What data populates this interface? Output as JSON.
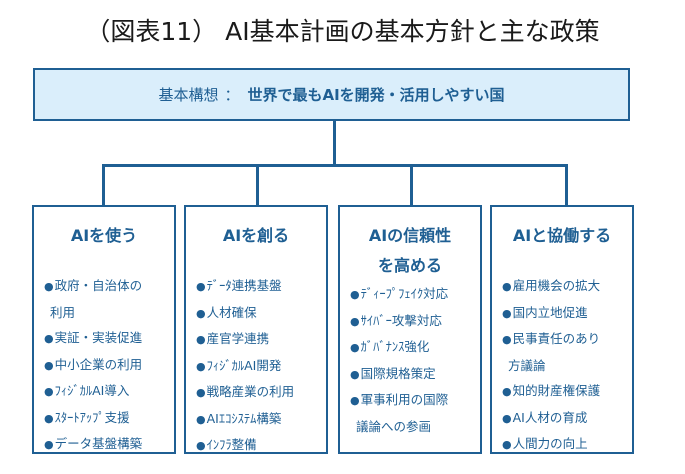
{
  "title": "（図表11） AI基本計画の基本方針と主な政策",
  "vision": {
    "label": "基本構想",
    "separator": "：",
    "text": "世界で最もAIを開発・活用しやすい国"
  },
  "colors": {
    "primary": "#1f5f93",
    "top_box_fill": "#daeefb"
  },
  "columns": [
    {
      "title_lines": [
        "AIを使う"
      ],
      "items": [
        [
          "政府・自治体の",
          "利用"
        ],
        [
          "実証・実装促進"
        ],
        [
          "中小企業の利用"
        ],
        [
          "ﾌｨｼﾞｶﾙAI導入"
        ],
        [
          "ｽﾀｰﾄｱｯﾌﾟ支援"
        ],
        [
          "データ基盤構築"
        ]
      ]
    },
    {
      "title_lines": [
        "AIを創る"
      ],
      "items": [
        [
          "ﾃﾞｰﾀ連携基盤"
        ],
        [
          "人材確保"
        ],
        [
          "産官学連携"
        ],
        [
          "ﾌｨｼﾞｶﾙAI開発"
        ],
        [
          "戦略産業の利用"
        ],
        [
          "AIｴｺｼｽﾃﾑ構築"
        ],
        [
          "ｲﾝﾌﾗ整備"
        ]
      ]
    },
    {
      "title_lines": [
        "AIの信頼性",
        "を高める"
      ],
      "items": [
        [
          "ﾃﾞｨｰﾌﾟﾌｪｲｸ対応"
        ],
        [
          "ｻｲﾊﾞｰ攻撃対応"
        ],
        [
          "ｶﾞﾊﾞﾅﾝｽ強化"
        ],
        [
          "国際規格策定"
        ],
        [
          "軍事利用の国際",
          "議論への参画"
        ]
      ]
    },
    {
      "title_lines": [
        "AIと協働する"
      ],
      "items": [
        [
          "雇用機会の拡大"
        ],
        [
          "国内立地促進"
        ],
        [
          "民事責任のあり",
          "方議論"
        ],
        [
          "知的財産権保護"
        ],
        [
          "AI人材の育成"
        ],
        [
          "人間力の向上"
        ]
      ]
    }
  ]
}
